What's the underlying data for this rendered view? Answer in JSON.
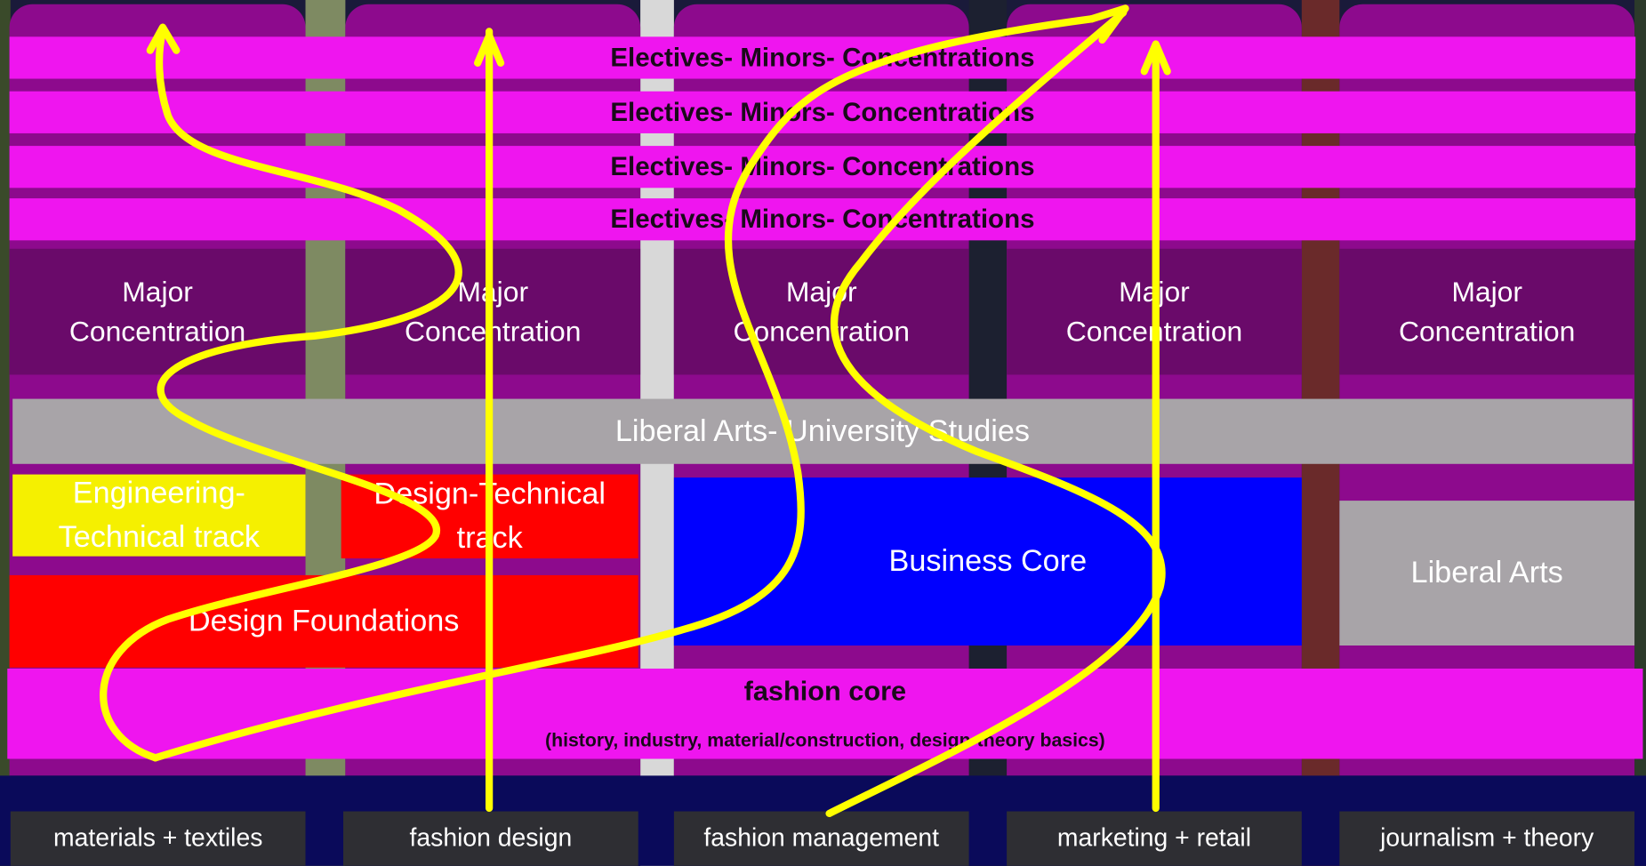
{
  "electives_label": "Electives- Minors- Concentrations",
  "major_label_line1": "Major",
  "major_label_line2": "Concentration",
  "liberal_arts_university": "Liberal Arts- University Studies",
  "engineering_track": {
    "line1": "Engineering-",
    "line2": "Technical track"
  },
  "design_technical_track": {
    "line1": "Design-Technical",
    "line2": "track"
  },
  "design_foundations": "Design Foundations",
  "business_core": "Business Core",
  "liberal_arts": "Liberal Arts",
  "fashion_core": {
    "title": "fashion core",
    "subtitle": "(history, industry, material/construction, design-theory basics)"
  },
  "tracks": [
    "materials + textiles",
    "fashion design",
    "fashion management",
    "marketing + retail",
    "journalism + theory"
  ],
  "colors": {
    "column": "#8d0a8d",
    "band": "#ef15ef",
    "major": "#6a0a6a",
    "liberal": "#a8a4a8",
    "engineering": "#f5f000",
    "design": "#ff0000",
    "business": "#0000ff",
    "path": "#ffff00",
    "footer": "#0a0a5a",
    "tab": "#2e2e33"
  }
}
